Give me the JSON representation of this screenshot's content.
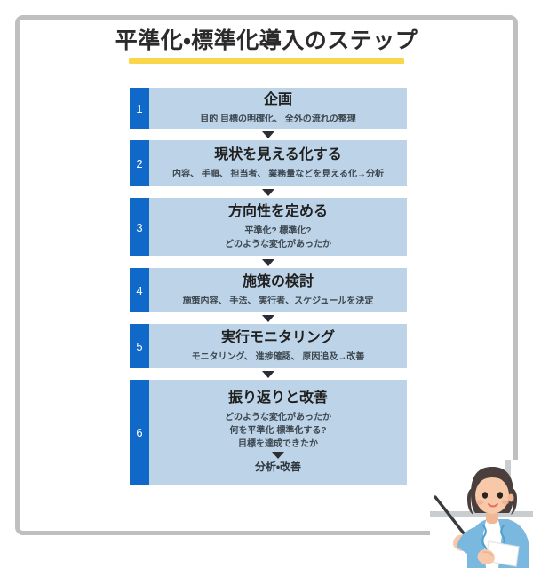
{
  "header": {
    "title": "平準化・標準化導入のステップ",
    "underline_color": "#fad74a"
  },
  "colors": {
    "badge_blue": "#1068c8",
    "box_light_blue": "#bdd4e8",
    "frame_gray": "#bfbfc1",
    "arrow_dark": "#2a2f36",
    "heading_text": "#1f1f1f",
    "detail_text": "#3d4750"
  },
  "steps": [
    {
      "number": "1",
      "heading": "企画",
      "details": [
        "目的 目標の明確化、 全外の流れの整理"
      ]
    },
    {
      "number": "2",
      "heading": "現状を見える化する",
      "details": [
        "内容、 手順、 担当者、 業務量などを見える化→分析"
      ]
    },
    {
      "number": "3",
      "heading": "方向性を定める",
      "details": [
        "平準化? 標準化?",
        "どのような変化があったか"
      ]
    },
    {
      "number": "4",
      "heading": "施策の検討",
      "details": [
        "施策内容、 手法、 実行者、スケジュールを決定"
      ]
    },
    {
      "number": "5",
      "heading": "実行モニタリング",
      "details": [
        "モニタリング、 進捗確認、 原因追及→改善"
      ]
    },
    {
      "number": "6",
      "heading": "振り返りと改善",
      "details": [
        "どのような変化があったか",
        "何を平準化 標準化する?",
        "目標を達成できたか"
      ],
      "footnote": "分析・改善"
    }
  ],
  "illustration": {
    "name": "presenter-woman-with-pointer",
    "hair_color": "#4a3f3c",
    "skin_color": "#f7c9a8",
    "jacket_color": "#7ab8e0",
    "shirt_color": "#ffffff",
    "pointer_color": "#3a3a3a"
  }
}
